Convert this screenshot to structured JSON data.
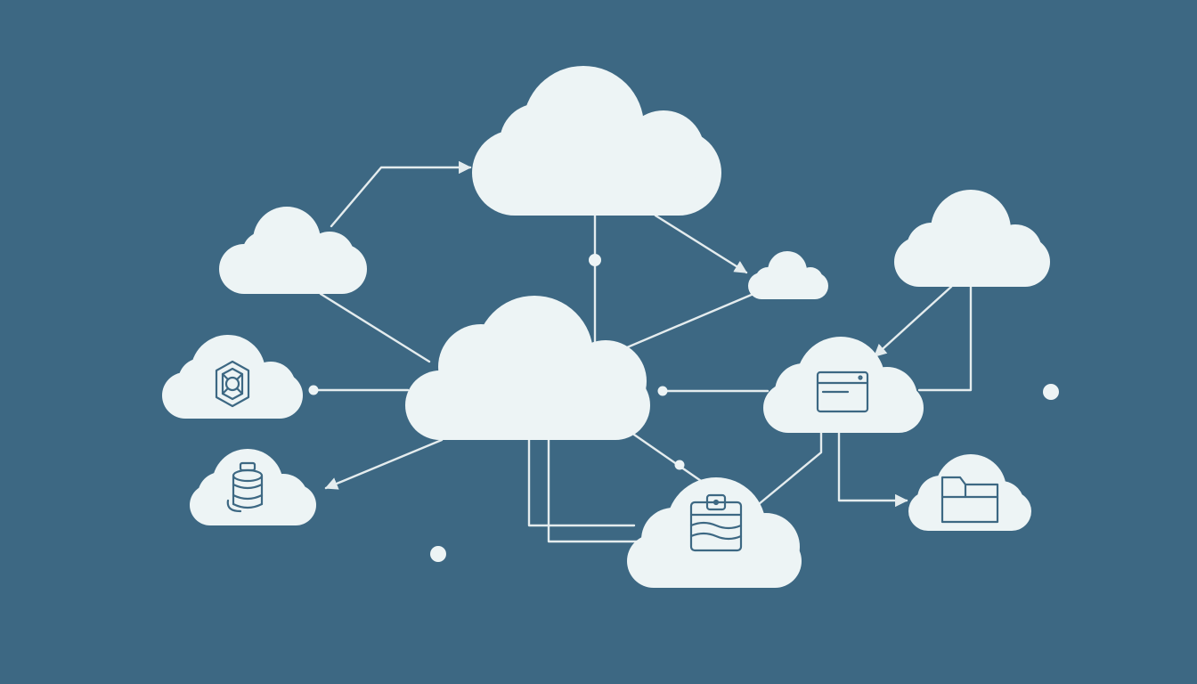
{
  "diagram": {
    "type": "cloud-network",
    "colors": {
      "background": "#3d6883",
      "cloud": "#edf4f5",
      "connector": "#e4ecee",
      "icon": "#3d6883"
    },
    "nodes": [
      {
        "id": "cloud-top",
        "icon": "none"
      },
      {
        "id": "cloud-upper-left",
        "icon": "none"
      },
      {
        "id": "cloud-small-right",
        "icon": "none"
      },
      {
        "id": "cloud-upper-right",
        "icon": "none"
      },
      {
        "id": "cloud-center",
        "icon": "none"
      },
      {
        "id": "cloud-hexagon",
        "icon": "hexagon-icon"
      },
      {
        "id": "cloud-browser",
        "icon": "browser-window-icon"
      },
      {
        "id": "cloud-database",
        "icon": "database-icon"
      },
      {
        "id": "cloud-storage",
        "icon": "secure-storage-icon"
      },
      {
        "id": "cloud-folder",
        "icon": "folder-icon"
      }
    ],
    "edges": [
      {
        "from": "cloud-upper-left",
        "to": "cloud-top",
        "arrow": true
      },
      {
        "from": "cloud-top",
        "to": "cloud-small-right",
        "arrow": true
      },
      {
        "from": "cloud-top",
        "to": "cloud-center",
        "arrow": false
      },
      {
        "from": "cloud-center",
        "to": "cloud-small-right",
        "arrow": false
      },
      {
        "from": "cloud-upper-left",
        "to": "cloud-center",
        "arrow": false
      },
      {
        "from": "cloud-center",
        "to": "cloud-hexagon",
        "arrow": false
      },
      {
        "from": "cloud-center",
        "to": "cloud-browser",
        "arrow": false
      },
      {
        "from": "cloud-center",
        "to": "cloud-database",
        "arrow": true
      },
      {
        "from": "cloud-center",
        "to": "cloud-storage",
        "arrow": false
      },
      {
        "from": "cloud-upper-right",
        "to": "cloud-browser",
        "arrow": true
      },
      {
        "from": "cloud-browser",
        "to": "cloud-storage",
        "arrow": false
      },
      {
        "from": "cloud-browser",
        "to": "cloud-folder",
        "arrow": true
      }
    ]
  }
}
